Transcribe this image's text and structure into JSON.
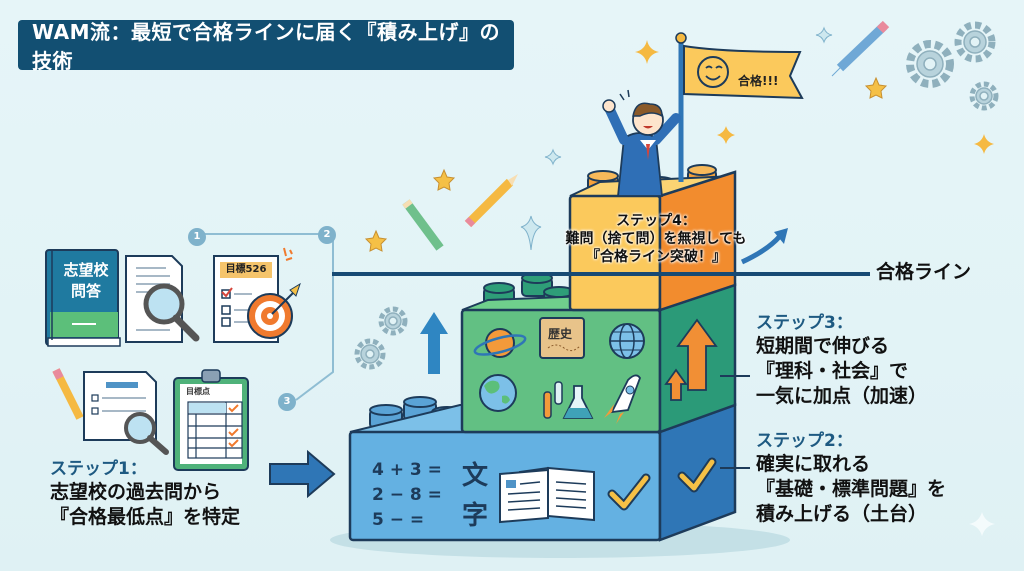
{
  "header": {
    "title": "WAM流：最短で合格ラインに届く『積み上げ』の技術"
  },
  "goal_line": {
    "label": "合格ライン"
  },
  "flag": {
    "text": "合格!!!"
  },
  "steps": [
    {
      "id": 1,
      "label": "ステップ1：",
      "lines": [
        "志望校の過去問から",
        "『合格最低点』を特定"
      ]
    },
    {
      "id": 2,
      "label": "ステップ2：",
      "lines": [
        "確実に取れる",
        "『基礎・標準問題』を",
        "積み上げる（土台）"
      ]
    },
    {
      "id": 3,
      "label": "ステップ3：",
      "lines": [
        "短期間で伸びる",
        "『理科・社会』で",
        "一気に加点（加速）"
      ]
    },
    {
      "id": 4,
      "label": "ステップ4：",
      "lines": [
        "難問（捨て問）を無視しても",
        "『合格ライン突破！』"
      ]
    }
  ],
  "step1_icons": {
    "book_title_lines": [
      "志望校",
      "問答"
    ],
    "target_label": "目標526",
    "clipboard_header": "目標点"
  },
  "flow_badges": [
    "1",
    "2",
    "3"
  ],
  "base_brick": {
    "math_lines": [
      "4 + 3 =",
      "2 − 8 =",
      "5 − ="
    ],
    "kanji_lines": [
      "文",
      "字"
    ],
    "icons": [
      "open-book-icon",
      "check-icon"
    ]
  },
  "middle_brick": {
    "history_label": "歴史",
    "icons": [
      "planet-icon",
      "history-scroll-icon",
      "globe-icon",
      "earth-icon",
      "test-tube-icon",
      "flask-icon",
      "rocket-icon",
      "up-arrow-icon"
    ]
  },
  "colors": {
    "title_bg": "#124f72",
    "step_label": "#1e5a82",
    "goal_line": "#174a74",
    "brick_blue": "#5ba9dc",
    "brick_blue_side": "#2f76b6",
    "brick_green": "#5cbf7a",
    "brick_green_side": "#2b9a78",
    "brick_yellow": "#f9c85b",
    "brick_orange": "#f18f35",
    "accent_star": "#f5b942"
  }
}
